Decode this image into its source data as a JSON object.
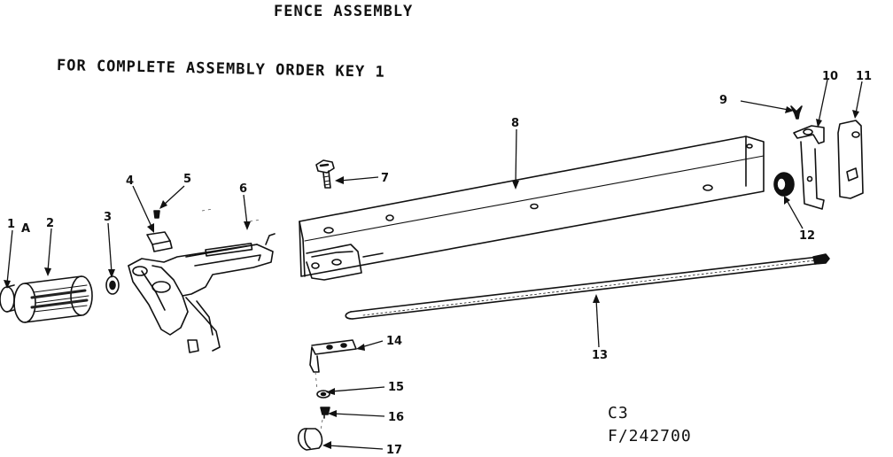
{
  "title": "FENCE ASSEMBLY",
  "subtitle": "FOR COMPLETE ASSEMBLY ORDER KEY 1",
  "code_line1": "C3",
  "code_line2": "F/242700",
  "callouts": {
    "c1": "1",
    "c1a": "A",
    "c2": "2",
    "c3": "3",
    "c4": "4",
    "c5": "5",
    "c6": "6",
    "c7": "7",
    "c8": "8",
    "c9": "9",
    "c10": "10",
    "c11": "11",
    "c12": "12",
    "c13": "13",
    "c14": "14",
    "c15": "15",
    "c16": "16",
    "c17": "17"
  }
}
